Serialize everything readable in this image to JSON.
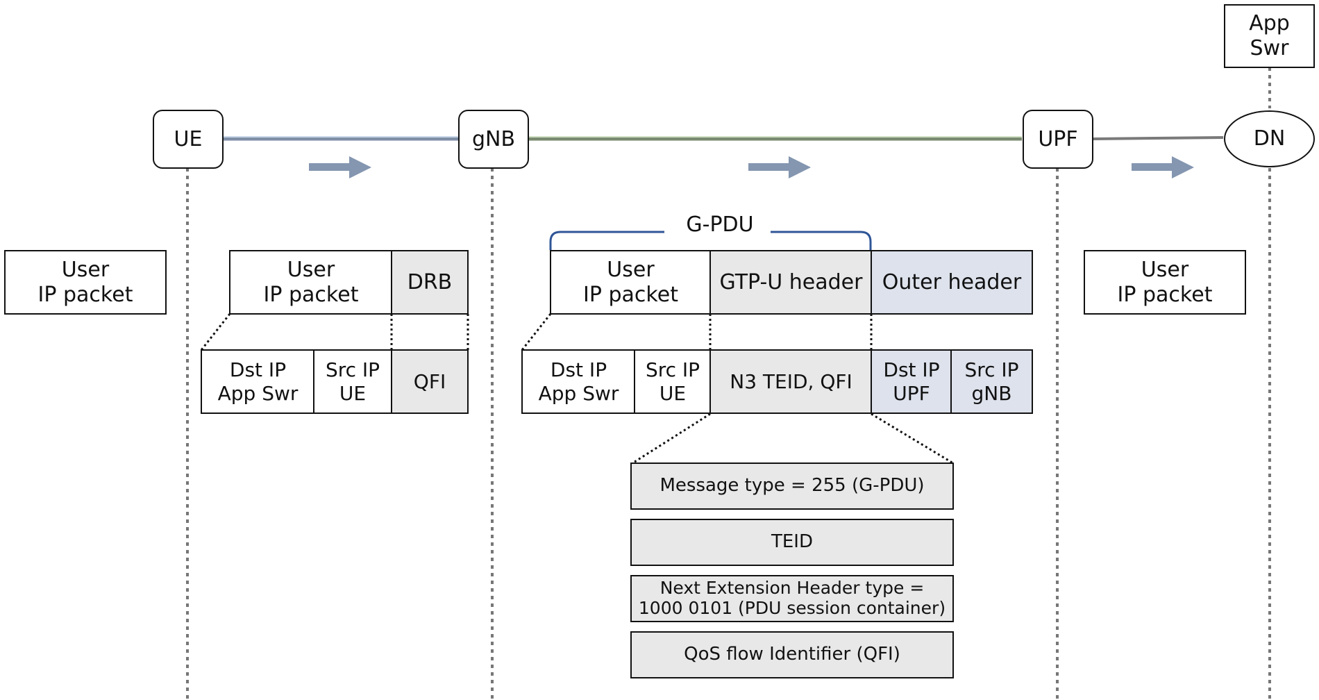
{
  "nodes": {
    "ue": "UE",
    "gnb": "gNB",
    "upf": "UPF",
    "dn": "DN",
    "app_server": "App\nSwr"
  },
  "segment1": {
    "user_ip_packet": "User\nIP packet"
  },
  "segment2": {
    "user_ip_packet": "User\nIP packet",
    "drb": "DRB",
    "dst_ip": "Dst IP\nApp Swr",
    "src_ip": "Src IP\nUE",
    "qfi": "QFI"
  },
  "segment3": {
    "gpdu_label": "G-PDU",
    "user_ip_packet": "User\nIP packet",
    "gtpu_header": "GTP-U header",
    "outer_header": "Outer header",
    "dst_ip": "Dst IP\nApp Swr",
    "src_ip": "Src IP\nUE",
    "n3_teid_qfi": "N3 TEID, QFI",
    "outer_dst_ip": "Dst IP\nUPF",
    "outer_src_ip": "Src IP\ngNB",
    "gtp_fields": [
      "Message type = 255 (G-PDU)",
      "TEID",
      "Next Extension Header type =\n1000 0101 (PDU session container)",
      "QoS flow Identifier (QFI)"
    ]
  },
  "segment4": {
    "user_ip_packet": "User\nIP packet"
  },
  "colors": {
    "line": "#111111",
    "arrow": "#8496b0",
    "header_gray": "#e8e8e8",
    "outer_blue": "#dde2ec",
    "gpdu_brace": "#2f5597"
  },
  "icons": [
    "right-arrow-icon",
    "right-arrow-icon",
    "right-arrow-icon"
  ]
}
